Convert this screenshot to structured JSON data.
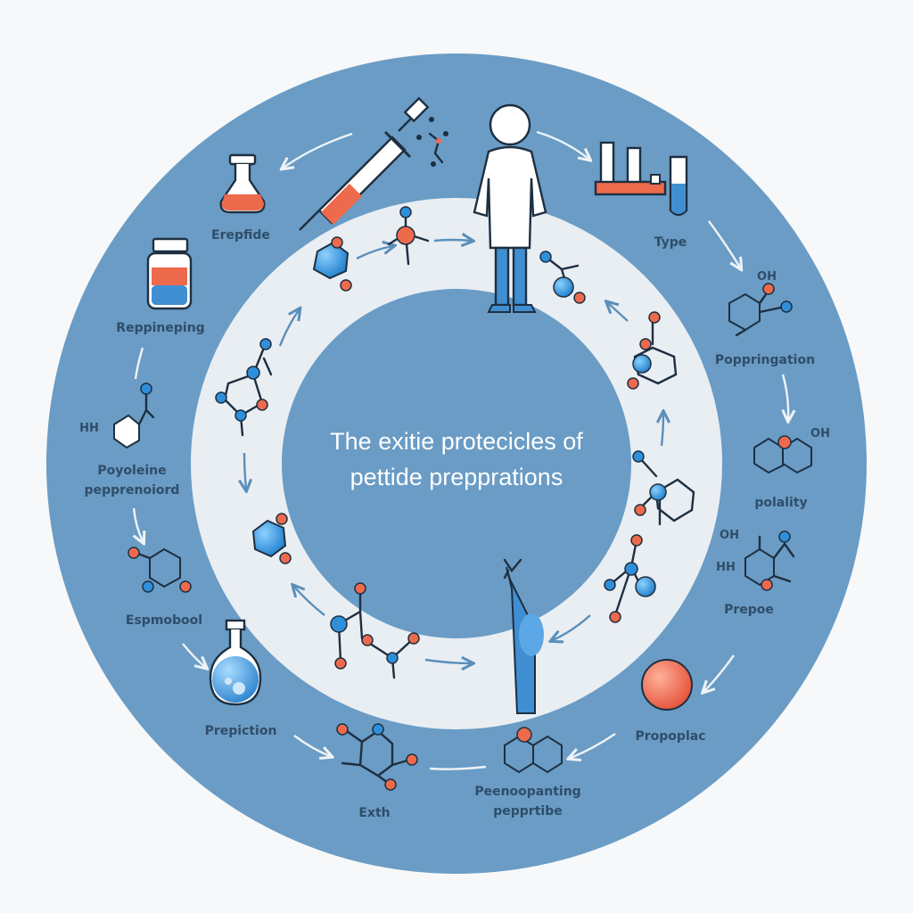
{
  "title": {
    "line1": "The exitie protecicles of",
    "line2": "pettide prepprations"
  },
  "labels": {
    "erepfide": "Erepfide",
    "type": "Type",
    "reppineping": "Reppineping",
    "poppringation": "Poppringation",
    "hh_left": "HH",
    "oh_top_right": "OH",
    "oh_right": "OH",
    "poyoleine": "Poyoleine",
    "peppreniord": "pepprenoiord",
    "polality": "polality",
    "hh_right": "HH",
    "oh_right2": "OH",
    "prepoe": "Prepoe",
    "espmobool": "Espmobool",
    "prepition": "Prepiction",
    "propoplac": "Propoplac",
    "exth": "Exth",
    "peenoopanting": "Peenoopanting",
    "pepprtibe": "pepprtibe"
  },
  "colors": {
    "outer_ring": "#6a9cc5",
    "inner_ring": "#e9eef3",
    "center_disc": "#6a9cc5",
    "atom_blue": "#2f8fdb",
    "atom_orange": "#ee6a4c",
    "ink": "#1e2f40"
  },
  "icons": [
    "flask-icon",
    "syringe-icon",
    "scientist-icon",
    "test-tubes-icon",
    "vial-icon",
    "round-flask-icon",
    "red-sphere-icon",
    "reaching-figure-icon"
  ]
}
